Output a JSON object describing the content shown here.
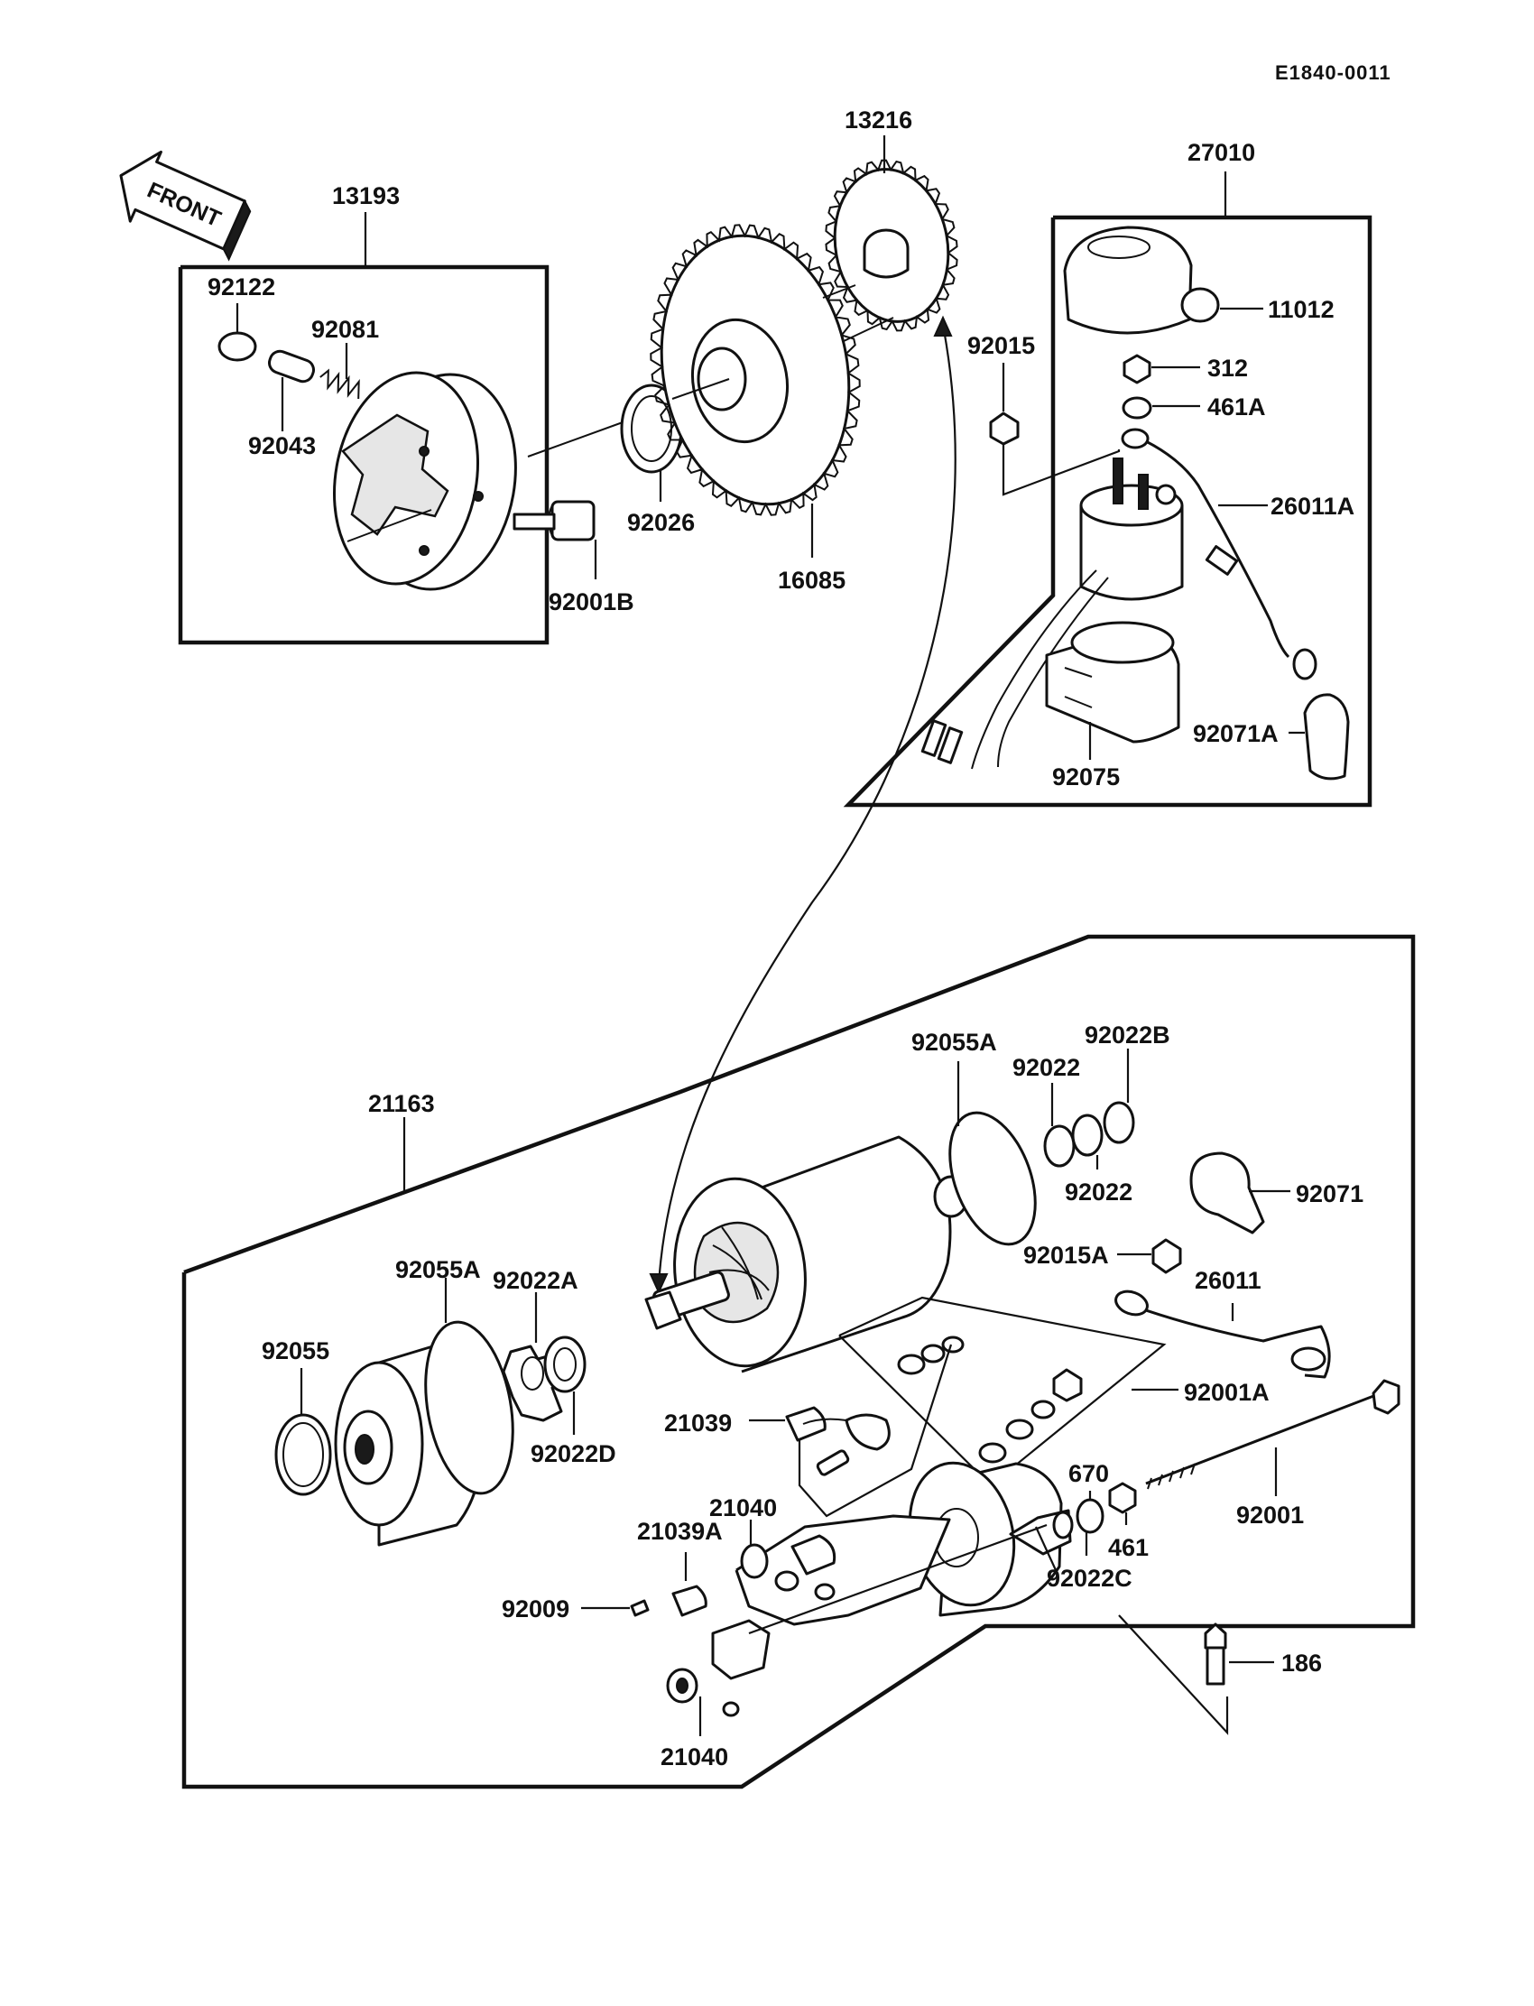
{
  "document": {
    "id": "E1840-0011",
    "direction_label": "FRONT"
  },
  "groups": {
    "g13193": "13193",
    "g27010": "27010",
    "g21163": "21163"
  },
  "labels": {
    "p13216": "13216",
    "p92122": "92122",
    "p92081": "92081",
    "p92043": "92043",
    "p92026": "92026",
    "p92001B": "92001B",
    "p16085": "16085",
    "p92015": "92015",
    "p11012": "11012",
    "p312": "312",
    "p461A": "461A",
    "p26011A": "26011A",
    "p92071A": "92071A",
    "p92075": "92075",
    "p92055A_top": "92055A",
    "p92022B": "92022B",
    "p92022_a": "92022",
    "p92022_b": "92022",
    "p92071": "92071",
    "p92015A": "92015A",
    "p26011": "26011",
    "p92055A_left": "92055A",
    "p92022A": "92022A",
    "p92055": "92055",
    "p92022D": "92022D",
    "p92001A": "92001A",
    "p21039": "21039",
    "p670": "670",
    "p21040_a": "21040",
    "p92001": "92001",
    "p461": "461",
    "p21039A": "21039A",
    "p92022C": "92022C",
    "p92009": "92009",
    "p186": "186",
    "p21040_b": "21040"
  }
}
